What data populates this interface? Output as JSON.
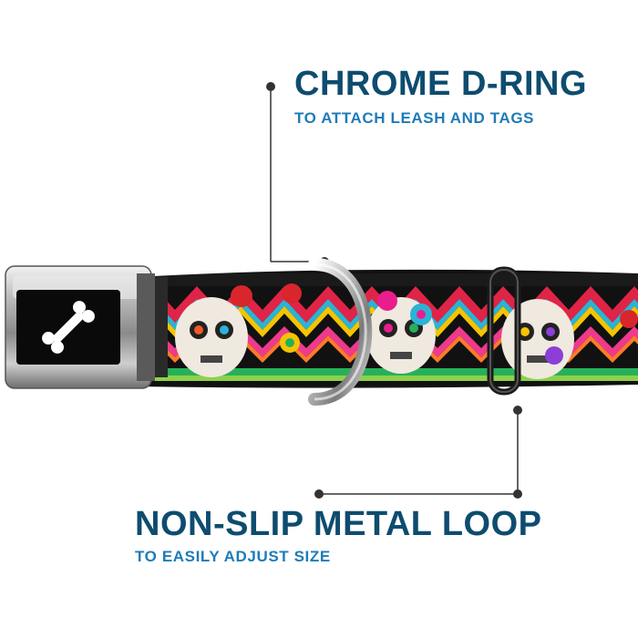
{
  "colors": {
    "title": "#0e4c6f",
    "subtitle": "#1e7bb8",
    "leader_line": "#333333"
  },
  "callouts": {
    "dring": {
      "title": "CHROME D-RING",
      "subtitle": "TO ATTACH LEASH AND TAGS"
    },
    "loop": {
      "title": "NON-SLIP METAL LOOP",
      "subtitle": "TO EASILY ADJUST SIZE"
    }
  },
  "product": {
    "buckle_icon": "bone-icon",
    "pattern": "sugar-skull-tribal-pattern"
  }
}
